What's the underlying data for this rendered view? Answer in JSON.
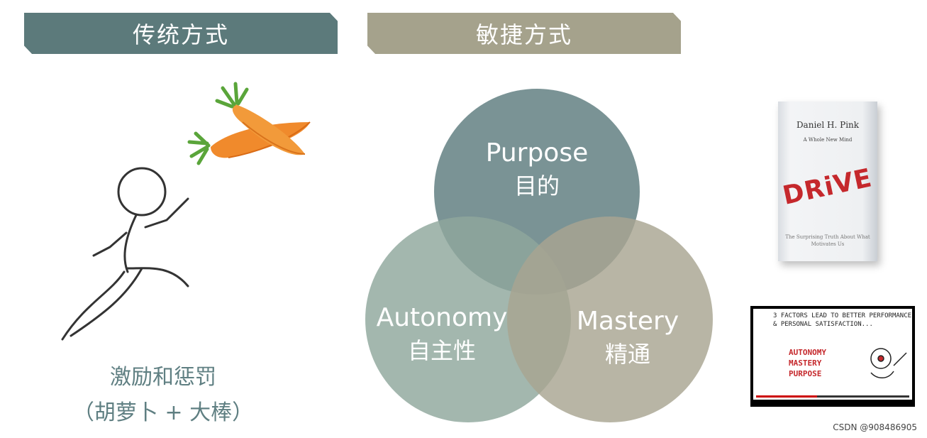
{
  "headers": {
    "traditional": "传统方式",
    "agile": "敏捷方式"
  },
  "caption": {
    "line1": "激励和惩罚",
    "line2": "（胡萝卜 + 大棒）"
  },
  "venn": {
    "purpose": {
      "en": "Purpose",
      "zh": "目的"
    },
    "autonomy": {
      "en": "Autonomy",
      "zh": "自主性"
    },
    "mastery": {
      "en": "Mastery",
      "zh": "精通"
    }
  },
  "book": {
    "author": "Daniel H. Pink",
    "subtitle": "A Whole New Mind",
    "title": "DRiVE",
    "tagline": "The Surprising Truth About What Motivates Us"
  },
  "video": {
    "handwriting": "3 FACTORS LEAD TO BETTER PERFORMANCE & PERSONAL SATISFACTION...",
    "words": [
      "AUTONOMY",
      "MASTERY",
      "PURPOSE"
    ]
  },
  "watermark": "CSDN @908486905",
  "colors": {
    "teal": "#5c7a7b",
    "khaki": "#a5a28c",
    "caption": "#5f7f82",
    "red": "#c5282c"
  }
}
